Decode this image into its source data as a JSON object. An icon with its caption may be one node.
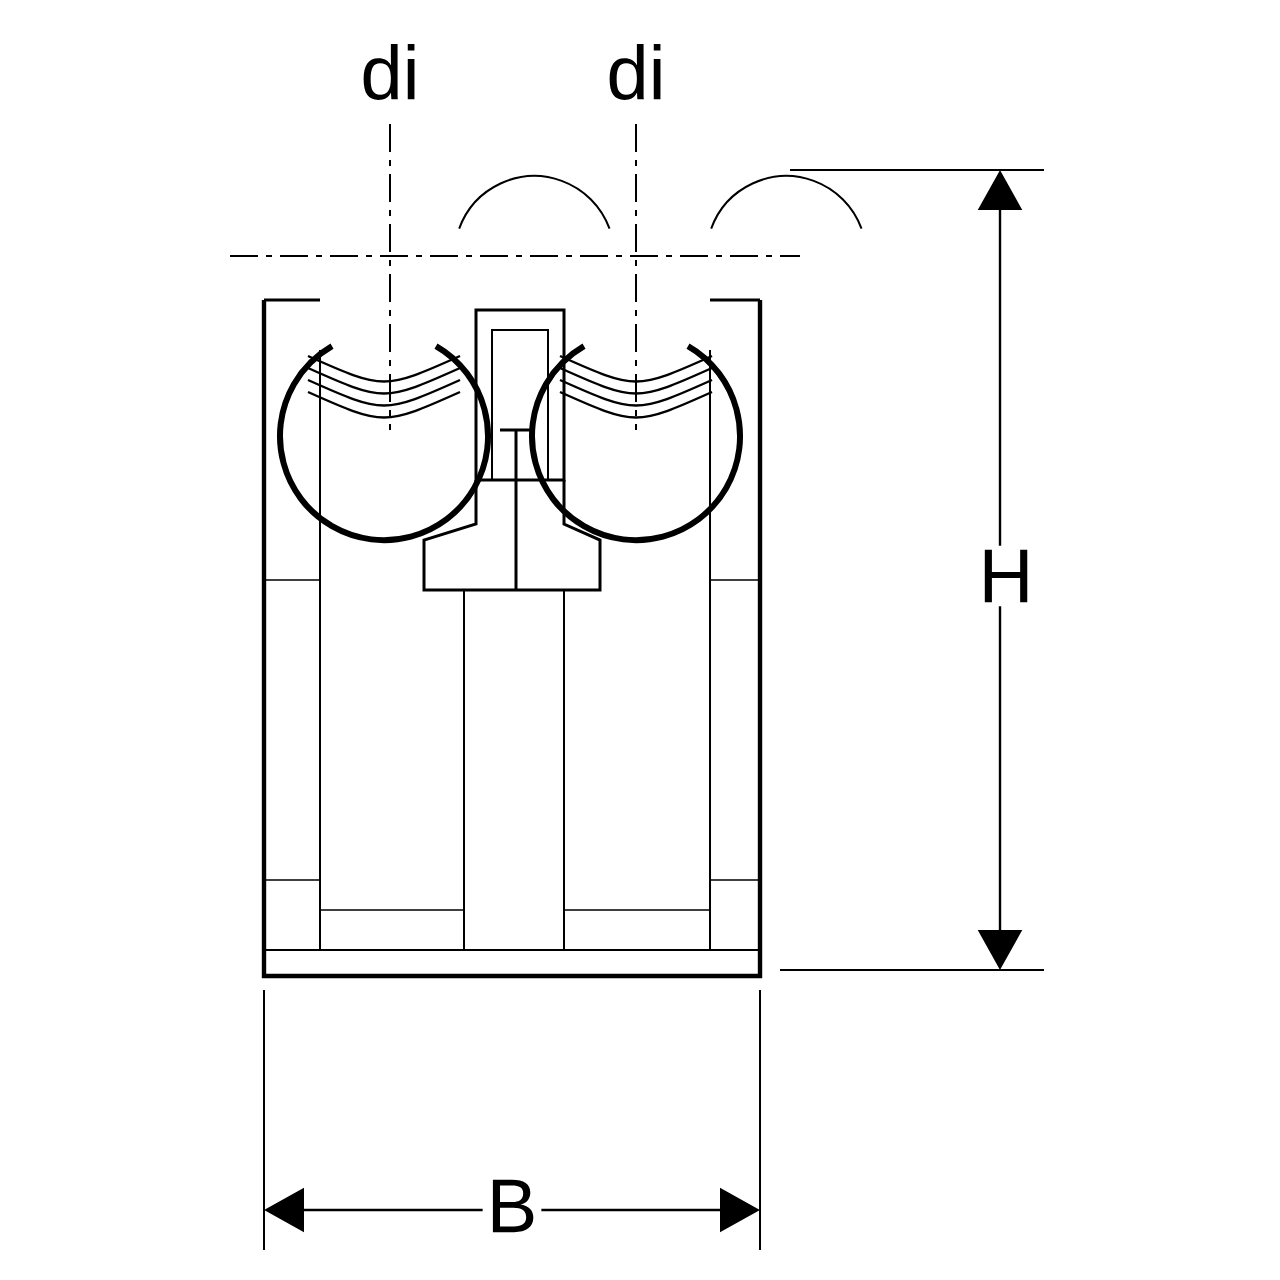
{
  "diagram": {
    "labels": [
      "di",
      "di",
      "H",
      "B"
    ]
  }
}
